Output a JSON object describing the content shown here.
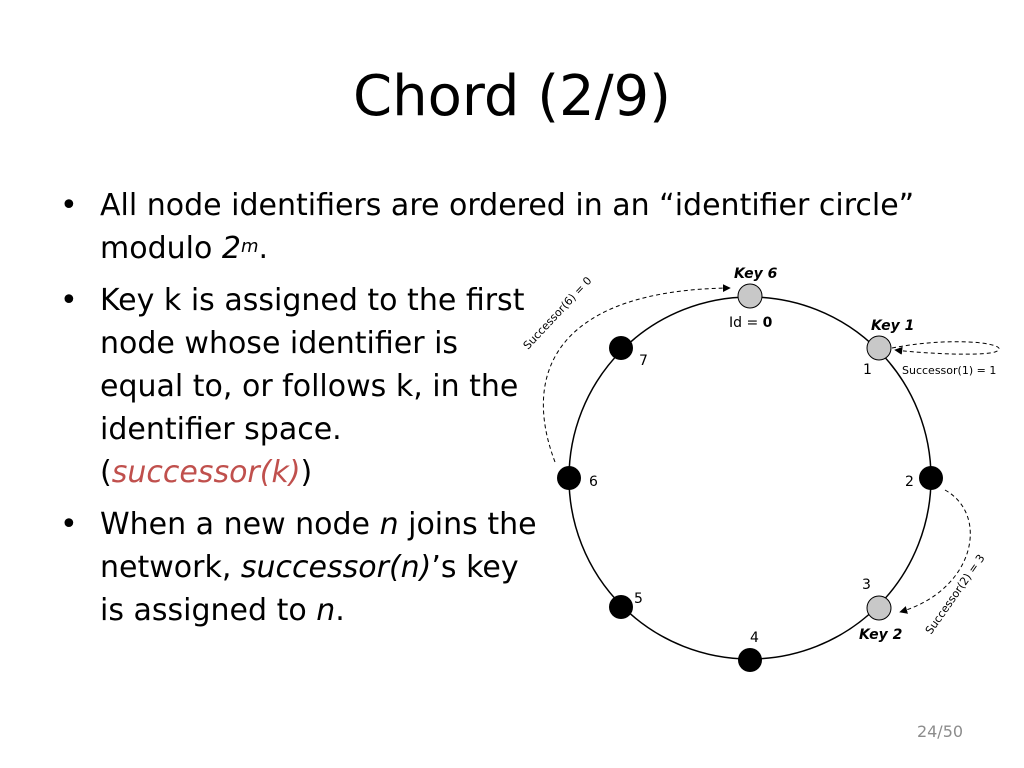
{
  "title": "Chord (2/9)",
  "bullets": {
    "b1": {
      "marker": "•",
      "line1": "All node identifiers are ordered in an “identifier circle”",
      "line2_a": "modulo ",
      "line2_b": "2",
      "line2_sup": "m",
      "line2_c": "."
    },
    "b2": {
      "marker": "•",
      "pre": "Key k is assigned to the first node whose identifier is equal to, or follows k, in the identifier space. (",
      "highlight": "successor(k)",
      "post": ")"
    },
    "b3": {
      "marker": "•",
      "t1": "When a new node ",
      "t2": "n",
      "t3": " joins the network, ",
      "t4": "successor(n)",
      "t5": "’s key is assigned to ",
      "t6": "n",
      "t7": "."
    }
  },
  "diagram": {
    "nodes": [
      "0",
      "1",
      "2",
      "3",
      "4",
      "5",
      "6",
      "7"
    ],
    "node0_label_prefix": "Id = ",
    "keys": [
      "Key 6",
      "Key 1",
      "Key 2"
    ],
    "successor_labels": [
      "Successor(6) = 0",
      "Successor(1) = 1",
      "Successor(2) = 3"
    ],
    "colors": {
      "filled": "#000000",
      "key_node": "#c8c8c8",
      "ring": "#000000"
    }
  },
  "page_number": "24/50"
}
